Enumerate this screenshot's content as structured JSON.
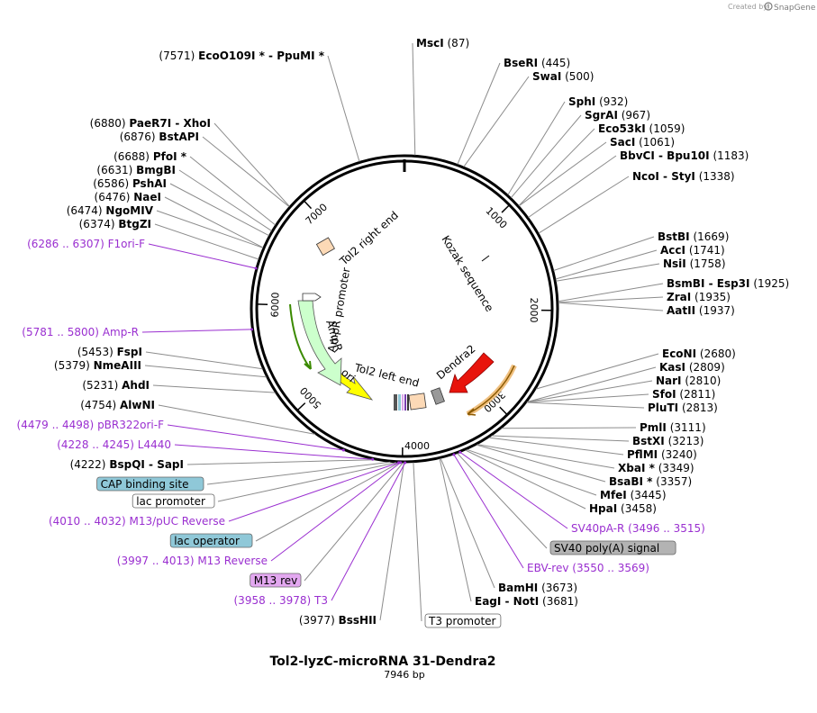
{
  "credit": {
    "prefix": "Created by",
    "brand": "SnapGene"
  },
  "plasmid": {
    "name": "Tol2-lyzC-microRNA 31-Dendra2",
    "length": "7946 bp",
    "total_bp": 7946
  },
  "ticks": [
    "1000",
    "2000",
    "3000",
    "4000",
    "5000",
    "6000",
    "7000"
  ],
  "sites": [
    {
      "id": "msci",
      "pos": 87,
      "name": "MscI",
      "coord": "(87)",
      "kind": "enzyme"
    },
    {
      "id": "bseri",
      "pos": 445,
      "name": "BseRI",
      "coord": "(445)",
      "kind": "enzyme"
    },
    {
      "id": "swai",
      "pos": 500,
      "name": "SwaI",
      "coord": "(500)",
      "kind": "enzyme"
    },
    {
      "id": "sphi",
      "pos": 932,
      "name": "SphI",
      "coord": "(932)",
      "kind": "enzyme"
    },
    {
      "id": "sgrai",
      "pos": 967,
      "name": "SgrAI",
      "coord": "(967)",
      "kind": "enzyme"
    },
    {
      "id": "eco53ki",
      "pos": 1059,
      "name": "Eco53kI",
      "coord": "(1059)",
      "kind": "enzyme"
    },
    {
      "id": "saci",
      "pos": 1061,
      "name": "SacI",
      "coord": "(1061)",
      "kind": "enzyme"
    },
    {
      "id": "bbvci",
      "pos": 1183,
      "name": "BbvCI  - Bpu10I",
      "coord": "(1183)",
      "kind": "enzyme"
    },
    {
      "id": "ncoi",
      "pos": 1338,
      "name": "NcoI  - StyI",
      "coord": "(1338)",
      "kind": "enzyme"
    },
    {
      "id": "bstbi",
      "pos": 1669,
      "name": "BstBI",
      "coord": "(1669)",
      "kind": "enzyme"
    },
    {
      "id": "acci",
      "pos": 1741,
      "name": "AccI",
      "coord": "(1741)",
      "kind": "enzyme"
    },
    {
      "id": "nsii",
      "pos": 1758,
      "name": "NsiI",
      "coord": "(1758)",
      "kind": "enzyme"
    },
    {
      "id": "bsmbi",
      "pos": 1925,
      "name": "BsmBI  - Esp3I",
      "coord": "(1925)",
      "kind": "enzyme"
    },
    {
      "id": "zrai",
      "pos": 1935,
      "name": "ZraI",
      "coord": "(1935)",
      "kind": "enzyme"
    },
    {
      "id": "aatii",
      "pos": 1937,
      "name": "AatII",
      "coord": "(1937)",
      "kind": "enzyme"
    },
    {
      "id": "econi",
      "pos": 2680,
      "name": "EcoNI",
      "coord": "(2680)",
      "kind": "enzyme"
    },
    {
      "id": "kasi",
      "pos": 2809,
      "name": "KasI",
      "coord": "(2809)",
      "kind": "enzyme"
    },
    {
      "id": "nari",
      "pos": 2810,
      "name": "NarI",
      "coord": "(2810)",
      "kind": "enzyme"
    },
    {
      "id": "sfoi",
      "pos": 2811,
      "name": "SfoI",
      "coord": "(2811)",
      "kind": "enzyme"
    },
    {
      "id": "pluti",
      "pos": 2813,
      "name": "PluTI",
      "coord": "(2813)",
      "kind": "enzyme"
    },
    {
      "id": "pmli",
      "pos": 3111,
      "name": "PmlI",
      "coord": "(3111)",
      "kind": "enzyme"
    },
    {
      "id": "bstxi",
      "pos": 3213,
      "name": "BstXI",
      "coord": "(3213)",
      "kind": "enzyme"
    },
    {
      "id": "pflmi",
      "pos": 3240,
      "name": "PflMI",
      "coord": "(3240)",
      "kind": "enzyme"
    },
    {
      "id": "xbai",
      "pos": 3349,
      "name": "XbaI *",
      "coord": "(3349)",
      "kind": "enzyme"
    },
    {
      "id": "bsabi",
      "pos": 3357,
      "name": "BsaBI *",
      "coord": "(3357)",
      "kind": "enzyme"
    },
    {
      "id": "mfei",
      "pos": 3445,
      "name": "MfeI",
      "coord": "(3445)",
      "kind": "enzyme"
    },
    {
      "id": "hpai",
      "pos": 3458,
      "name": "HpaI",
      "coord": "(3458)",
      "kind": "enzyme"
    },
    {
      "id": "sv40pa",
      "pos": 3505,
      "name": "SV40pA-R",
      "coord": "(3496 .. 3515)",
      "kind": "primer"
    },
    {
      "id": "sv40sig",
      "pos": 3530,
      "name": "SV40 poly(A) signal",
      "kind": "feature",
      "fill": "#b3b3b3"
    },
    {
      "id": "ebvrev",
      "pos": 3560,
      "name": "EBV-rev",
      "coord": "(3550 .. 3569)",
      "kind": "primer"
    },
    {
      "id": "bamhi",
      "pos": 3673,
      "name": "BamHI",
      "coord": "(3673)",
      "kind": "enzyme"
    },
    {
      "id": "eagi",
      "pos": 3681,
      "name": "EagI  - NotI",
      "coord": "(3681)",
      "kind": "enzyme"
    },
    {
      "id": "t3prom",
      "pos": 3900,
      "name": "T3 promoter",
      "kind": "feature",
      "fill": "#ffffff"
    },
    {
      "id": "bsshii",
      "pos": 3977,
      "name": "BssHII",
      "coord": "(3977)",
      "kind": "enzyme",
      "left": true
    },
    {
      "id": "t3",
      "pos": 3968,
      "name": "T3",
      "coord": "(3958 .. 3978)",
      "kind": "primer",
      "left": true
    },
    {
      "id": "m13rev",
      "pos": 3985,
      "name": "M13 rev",
      "kind": "feature",
      "fill": "#e3a8f0",
      "left": true
    },
    {
      "id": "m13reverse",
      "pos": 4005,
      "name": "M13 Reverse",
      "coord": "(3997 .. 4013)",
      "kind": "primer",
      "left": true
    },
    {
      "id": "lacop",
      "pos": 4015,
      "name": "lac operator",
      "kind": "feature",
      "fill": "#8fc8d8",
      "left": true
    },
    {
      "id": "m13puc",
      "pos": 4021,
      "name": "M13/pUC Reverse",
      "coord": "(4010 .. 4032)",
      "kind": "primer",
      "left": true
    },
    {
      "id": "lacprom",
      "pos": 4040,
      "name": "lac promoter",
      "kind": "feature",
      "fill": "#ffffff",
      "left": true
    },
    {
      "id": "capsite",
      "pos": 4090,
      "name": "CAP binding site",
      "kind": "feature",
      "fill": "#8fc8d8",
      "left": true
    },
    {
      "id": "bspqi",
      "pos": 4222,
      "name": "BspQI  - SapI",
      "coord": "(4222)",
      "kind": "enzyme",
      "left": true
    },
    {
      "id": "l4440",
      "pos": 4236,
      "name": "L4440",
      "coord": "(4228 .. 4245)",
      "kind": "primer",
      "left": true
    },
    {
      "id": "pbr322",
      "pos": 4488,
      "name": "pBR322ori-F",
      "coord": "(4479 .. 4498)",
      "kind": "primer",
      "left": true
    },
    {
      "id": "alwni",
      "pos": 4754,
      "name": "AlwNI",
      "coord": "(4754)",
      "kind": "enzyme",
      "left": true
    },
    {
      "id": "ahdi",
      "pos": 5231,
      "name": "AhdI",
      "coord": "(5231)",
      "kind": "enzyme",
      "left": true
    },
    {
      "id": "nmeaiii",
      "pos": 5379,
      "name": "NmeAIII",
      "coord": "(5379)",
      "kind": "enzyme",
      "left": true
    },
    {
      "id": "fspi",
      "pos": 5453,
      "name": "FspI",
      "coord": "(5453)",
      "kind": "enzyme",
      "left": true
    },
    {
      "id": "ampr",
      "pos": 5790,
      "name": "Amp-R",
      "coord": "(5781 .. 5800)",
      "kind": "primer",
      "left": true
    },
    {
      "id": "f1ori",
      "pos": 6296,
      "name": "F1ori-F",
      "coord": "(6286 .. 6307)",
      "kind": "primer",
      "left": true
    },
    {
      "id": "btgzi",
      "pos": 6374,
      "name": "BtgZI",
      "coord": "(6374)",
      "kind": "enzyme",
      "left": true
    },
    {
      "id": "ngomiv",
      "pos": 6474,
      "name": "NgoMIV",
      "coord": "(6474)",
      "kind": "enzyme",
      "left": true
    },
    {
      "id": "naei",
      "pos": 6476,
      "name": "NaeI",
      "coord": "(6476)",
      "kind": "enzyme",
      "left": true
    },
    {
      "id": "pshai",
      "pos": 6586,
      "name": "PshAI",
      "coord": "(6586)",
      "kind": "enzyme",
      "left": true
    },
    {
      "id": "bmgbi",
      "pos": 6631,
      "name": "BmgBI",
      "coord": "(6631)",
      "kind": "enzyme",
      "left": true
    },
    {
      "id": "pfoi",
      "pos": 6688,
      "name": "PfoI *",
      "coord": "(6688)",
      "kind": "enzyme",
      "left": true
    },
    {
      "id": "bstapi",
      "pos": 6876,
      "name": "BstAPI",
      "coord": "(6876)",
      "kind": "enzyme",
      "left": true
    },
    {
      "id": "paer7i",
      "pos": 6880,
      "name": "PaeR7I  - XhoI",
      "coord": "(6880)",
      "kind": "enzyme",
      "left": true
    },
    {
      "id": "eco0109i",
      "pos": 7571,
      "name": "EcoO109I *  - PpuMI *",
      "coord": "(7571)",
      "kind": "enzyme",
      "left": true
    }
  ],
  "features": [
    {
      "id": "kozak",
      "name": "Kozak sequence",
      "fill": "#000000"
    },
    {
      "id": "dendra2",
      "name": "Dendra2",
      "fill": "#e8140c"
    },
    {
      "id": "tol2left",
      "name": "Tol2 left end",
      "fill": "#fcd9b6"
    },
    {
      "id": "ori",
      "name": "ori",
      "fill": "#ffff00"
    },
    {
      "id": "ampr",
      "name": "AmpR",
      "fill": "#ccffcc"
    },
    {
      "id": "amprprom",
      "name": "AmpR promoter",
      "fill": "#ffffff"
    },
    {
      "id": "tol2right",
      "name": "Tol2 right end",
      "fill": "#fcd9b6"
    }
  ]
}
